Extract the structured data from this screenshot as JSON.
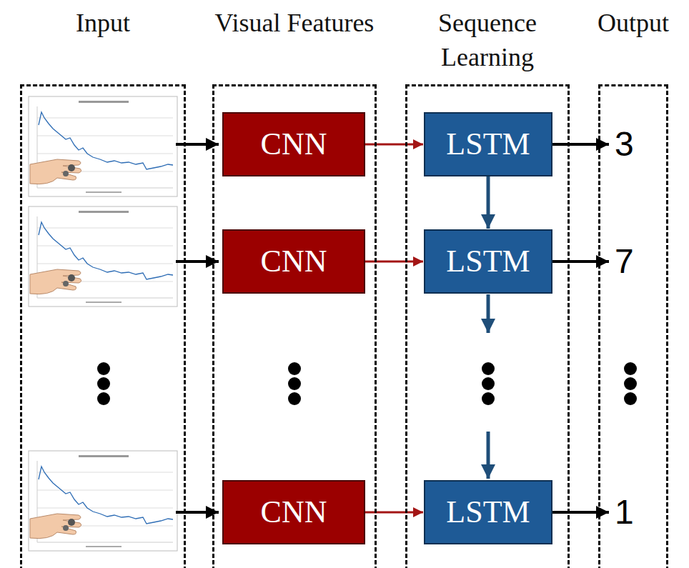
{
  "diagram": {
    "nodes": [
      {
        "text": [
          "Input"
        ]
      },
      {
        "text": [
          "Visual Features"
        ]
      },
      {
        "text": [
          "CNN"
        ],
        "in": 1
      },
      {
        "text": [
          "CNN"
        ],
        "in": 1
      },
      {
        "text": [
          "CNN"
        ],
        "in": 1
      },
      {
        "text": [
          "Sequence Learning"
        ]
      },
      {
        "text": [
          "LSTM"
        ],
        "in": 5
      },
      {
        "text": [
          "LSTM"
        ],
        "in": 5
      },
      {
        "text": [
          "LSTM"
        ],
        "in": 5
      },
      {
        "text": [
          "Output"
        ]
      }
    ],
    "edges": [
      {
        "from": 2,
        "to": 6,
        "arrow": "to"
      },
      {
        "from": 3,
        "to": 7,
        "arrow": "to"
      },
      {
        "from": 4,
        "to": 8,
        "arrow": "to"
      },
      {
        "from": 6,
        "to": 7,
        "arrow": "to"
      }
    ],
    "labels": [
      "3",
      "7",
      "1"
    ]
  }
}
